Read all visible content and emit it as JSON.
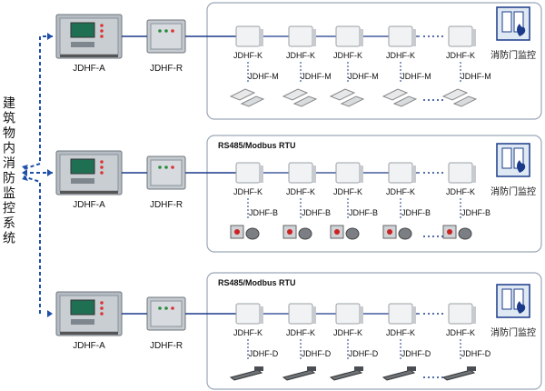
{
  "side_title": [
    "建",
    "筑",
    "物",
    "内",
    "消",
    "防",
    "监",
    "控",
    "系",
    "统"
  ],
  "rows": [
    {
      "host_label": "JDHF-A",
      "repeater_label": "JDHF-R",
      "bus_label": "",
      "module_labels": [
        "JDHF-K",
        "JDHF-K",
        "JDHF-K",
        "JDHF-K",
        "JDHF-K"
      ],
      "sensor_labels": [
        "JDHF-M",
        "JDHF-M",
        "JDHF-M",
        "JDHF-M",
        "JDHF-M"
      ],
      "sensor_type": "magnetic",
      "door_monitor_label": "消防门监控"
    },
    {
      "host_label": "JDHF-A",
      "repeater_label": "JDHF-R",
      "bus_label": "RS485/Modbus RTU",
      "module_labels": [
        "JDHF-K",
        "JDHF-K",
        "JDHF-K",
        "JDHF-K",
        "JDHF-K"
      ],
      "sensor_labels": [
        "JDHF-B",
        "JDHF-B",
        "JDHF-B",
        "JDHF-B",
        "JDHF-B"
      ],
      "sensor_type": "electromagnet",
      "door_monitor_label": "消防门监控"
    },
    {
      "host_label": "JDHF-A",
      "repeater_label": "JDHF-R",
      "bus_label": "RS485/Modbus RTU",
      "module_labels": [
        "JDHF-K",
        "JDHF-K",
        "JDHF-K",
        "JDHF-K",
        "JDHF-K"
      ],
      "sensor_labels": [
        "JDHF-D",
        "JDHF-D",
        "JDHF-D",
        "JDHF-D",
        "JDHF-D"
      ],
      "sensor_type": "closer",
      "door_monitor_label": "消防门监控"
    }
  ],
  "colors": {
    "bus_line": "#1b3a8a",
    "dashed_link": "#1f4fa8",
    "panel_border": "#9aa6b8",
    "device_body": "#9aa1a8",
    "screen": "#1f6f52"
  }
}
